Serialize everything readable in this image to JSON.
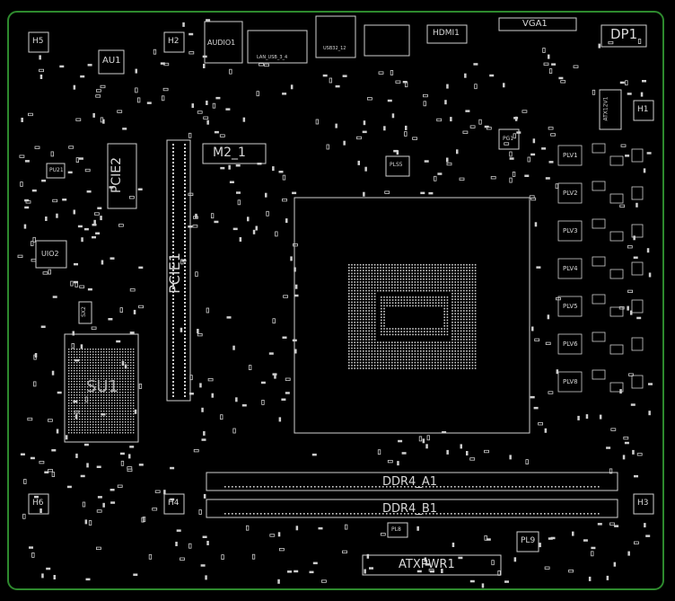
{
  "board": {
    "outline_color": "#2e8a2e",
    "silk_color": "#d8d8d8",
    "background": "#000000"
  },
  "labels": {
    "h5": "H5",
    "au1": "AU1",
    "h2": "H2",
    "audio1": "AUDIO1",
    "lan_usb": "LAN_USB_3_4",
    "usb": "USB32_12",
    "hdmi1": "HDMI1",
    "vga1": "VGA1",
    "dp1": "DP1",
    "atx12v1": "ATX12V1",
    "h1": "H1",
    "pu21": "PU21",
    "pcie2": "PCIE2",
    "m2_1": "M2_1",
    "pls5": "PLS5",
    "pg1": "PG1",
    "uio2": "UIO2",
    "pcie1": "PCIE1",
    "su1": "SU1",
    "sx2": "SX2",
    "h6": "H6",
    "h4": "H4",
    "h3": "H3",
    "ddr4_a1": "DDR4_A1",
    "ddr4_b1": "DDR4_B1",
    "atxpwr1": "ATXPWR1",
    "pl9": "PL9",
    "pl8": "PL8",
    "plv": [
      "PLV1",
      "PLV2",
      "PLV3",
      "PLV4",
      "PLV5",
      "PLV6",
      "PLV8"
    ]
  }
}
